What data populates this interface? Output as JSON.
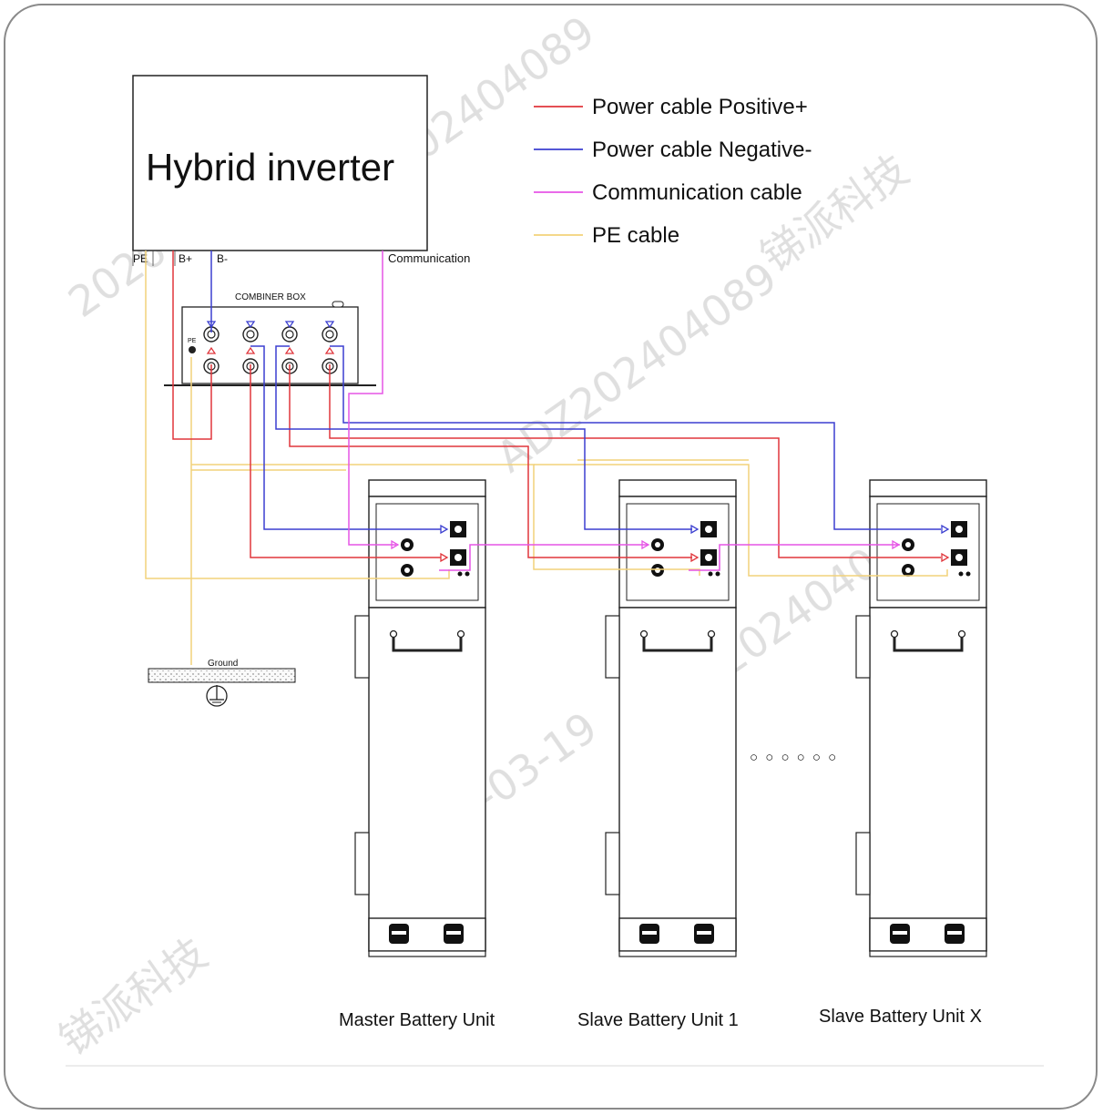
{
  "inverter": {
    "title": "Hybrid inverter"
  },
  "terminals": {
    "pe": "PE",
    "bplus": "B+",
    "bminus": "B-",
    "communication": "Communication"
  },
  "combiner": {
    "title": "COMBINER BOX",
    "pe": "PE"
  },
  "legend": [
    {
      "label": "Power cable Positive+",
      "color": "#e0363c"
    },
    {
      "label": "Power cable Negative-",
      "color": "#3b3fd0"
    },
    {
      "label": "Communication cable",
      "color": "#e655e6"
    },
    {
      "label": "PE cable",
      "color": "#f2d27a"
    }
  ],
  "ground": {
    "label": "Ground"
  },
  "units": [
    {
      "label": "Master Battery Unit"
    },
    {
      "label": "Slave Battery Unit 1"
    },
    {
      "label": "Slave Battery Unit X"
    }
  ],
  "ellipsis": "○ ○ ○ ○ ○ ○",
  "watermarks": [
    "ADZ202404089",
    "2026-03-19",
    "锑派科技"
  ]
}
